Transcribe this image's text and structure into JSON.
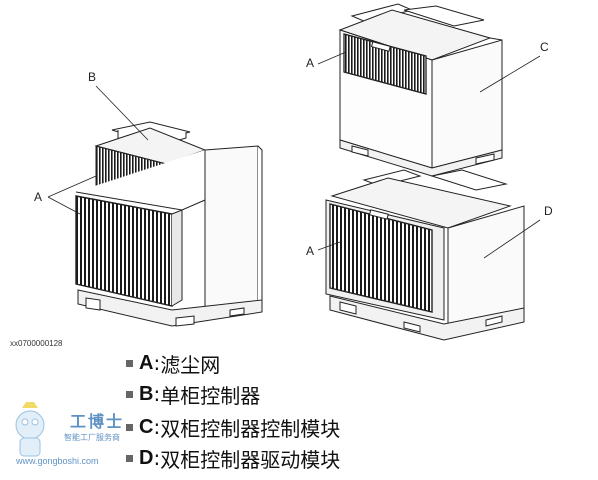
{
  "callouts": {
    "top_left_b": "B",
    "top_left_a": "A",
    "top_right_a": "A",
    "top_right_c": "C",
    "bottom_right_a": "A",
    "bottom_right_d": "D"
  },
  "figure_id": "xx0700000128",
  "legend": [
    {
      "key": "A",
      "sep": ":",
      "text": "滤尘网"
    },
    {
      "key": "B",
      "sep": ":",
      "text": "单柜控制器"
    },
    {
      "key": "C",
      "sep": ":",
      "text": "双柜控制器控制模块"
    },
    {
      "key": "D",
      "sep": ":",
      "text": "双柜控制器驱动模块"
    }
  ],
  "watermark": {
    "name": "工博士",
    "slogan": "智能工厂服务商",
    "url": "www.gongboshi.com"
  }
}
